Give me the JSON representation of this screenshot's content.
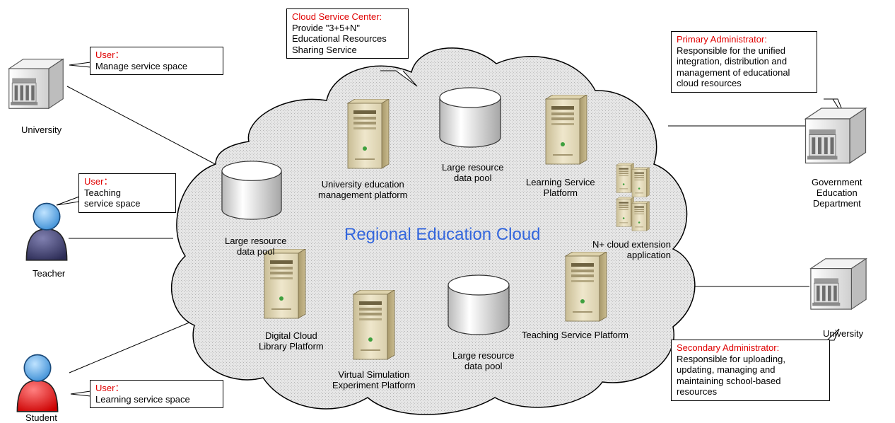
{
  "cloud": {
    "title": "Regional Education Cloud"
  },
  "callouts": {
    "cloud_center": {
      "title": "Cloud Service Center:",
      "body": "Provide \"3+5+N\"\nEducational Resources\nSharing Service"
    },
    "primary_admin": {
      "title": "Primary Administrator:",
      "body": "Responsible for the unified\nintegration, distribution and\nmanagement of educational\ncloud resources"
    },
    "secondary_admin": {
      "title": "Secondary Administrator:",
      "body": "Responsible for uploading,\nupdating, managing and\nmaintaining school-based\nresources"
    },
    "user_university": {
      "title": "User：",
      "body": "Manage service space"
    },
    "user_teacher": {
      "title": "User：",
      "body": "Teaching\nservice space"
    },
    "user_student": {
      "title": "User：",
      "body": "Learning service space"
    }
  },
  "actors": {
    "university_left": "University",
    "teacher": "Teacher",
    "student": "Student",
    "government": "Government\nEducation\nDepartment",
    "university_right": "University"
  },
  "components": {
    "pool_left": "Large resource\ndata pool",
    "pool_top": "Large resource\ndata pool",
    "pool_bottom": "Large resource\ndata pool",
    "univ_platform": "University education\nmanagement platform",
    "learning_platform": "Learning Service\nPlatform",
    "n_cloud": "N+ cloud extension\napplication",
    "digital_library": "Digital Cloud\nLibrary Platform",
    "virtual_sim": "Virtual Simulation\nExperiment Platform",
    "teaching_platform": "Teaching Service Platform"
  }
}
